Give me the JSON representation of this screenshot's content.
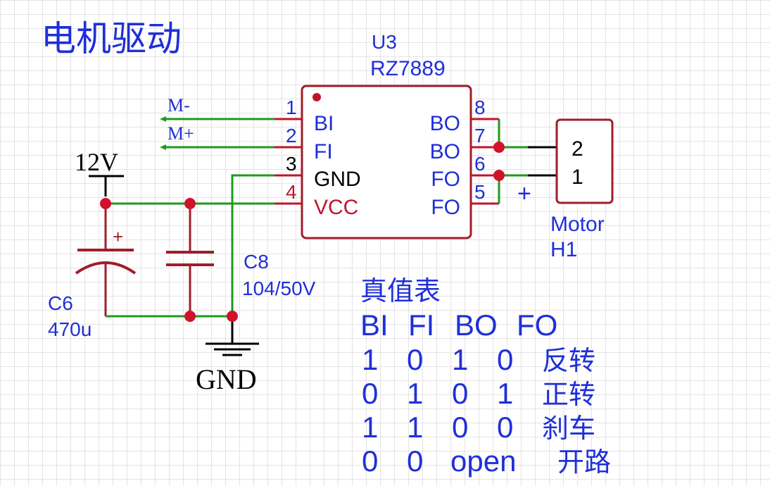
{
  "title": "电机驱动",
  "chip": {
    "ref": "U3",
    "part": "RZ7889",
    "pins": [
      {
        "num": "1",
        "name": "BI"
      },
      {
        "num": "2",
        "name": "FI"
      },
      {
        "num": "3",
        "name": "GND"
      },
      {
        "num": "4",
        "name": "VCC"
      },
      {
        "num": "5",
        "name": "FO"
      },
      {
        "num": "6",
        "name": "FO"
      },
      {
        "num": "7",
        "name": "BO"
      },
      {
        "num": "8",
        "name": "BO"
      }
    ]
  },
  "nets": {
    "m_minus": "M-",
    "m_plus": "M+",
    "vcc": "12V",
    "gnd": "GND"
  },
  "c6": {
    "ref": "C6",
    "value": "470u",
    "polarity": "+"
  },
  "c8": {
    "ref": "C8",
    "value": "104/50V"
  },
  "motor": {
    "ref": "H1",
    "name": "Motor",
    "pin_top": "2",
    "pin_bottom": "1",
    "polarity": "+"
  },
  "truth_table": {
    "title": "真值表",
    "headers": [
      "BI",
      "FI",
      "BO",
      "FO"
    ],
    "rows": [
      {
        "bi": "1",
        "fi": "0",
        "bo": "1",
        "fo": "0",
        "state": "反转"
      },
      {
        "bi": "0",
        "fi": "1",
        "bo": "0",
        "fo": "1",
        "state": "正转"
      },
      {
        "bi": "1",
        "fi": "1",
        "bo": "0",
        "fo": "0",
        "state": "刹车"
      },
      {
        "bi": "0",
        "fi": "0",
        "bo": "open",
        "fo": "",
        "state": "开路"
      }
    ]
  },
  "colors": {
    "wire": "#1e9a1e",
    "pin_red": "#c0142c",
    "body": "#a01d2a",
    "text_blue": "#1f2fd8",
    "junction": "#d0122a"
  }
}
